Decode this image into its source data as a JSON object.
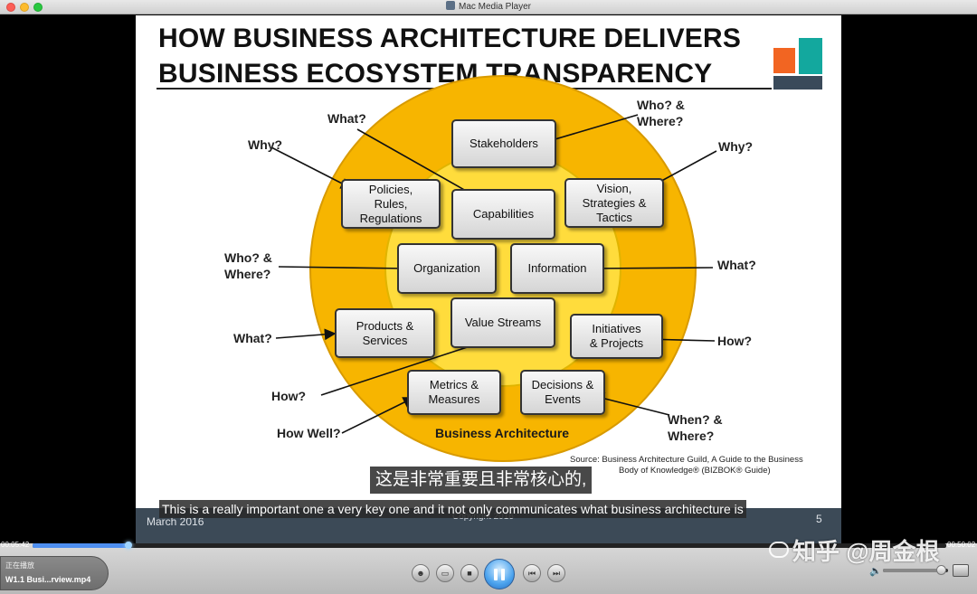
{
  "window": {
    "title": "Mac Media Player"
  },
  "slide": {
    "title_line1": "HOW BUSINESS ARCHITECTURE DELIVERS",
    "title_line2": "BUSINESS ECOSYSTEM TRANSPARENCY",
    "center_label": "Business Architecture",
    "boxes": [
      {
        "id": "stakeholders",
        "label": "Stakeholders"
      },
      {
        "id": "policies",
        "label": "Policies,\nRules,\nRegulations"
      },
      {
        "id": "capabilities",
        "label": "Capabilities"
      },
      {
        "id": "vision",
        "label": "Vision,\nStrategies &\nTactics"
      },
      {
        "id": "organization",
        "label": "Organization"
      },
      {
        "id": "information",
        "label": "Information"
      },
      {
        "id": "products",
        "label": "Products &\nServices"
      },
      {
        "id": "value-streams",
        "label": "Value Streams"
      },
      {
        "id": "initiatives",
        "label": "Initiatives\n& Projects"
      },
      {
        "id": "metrics",
        "label": "Metrics &\nMeasures"
      },
      {
        "id": "decisions",
        "label": "Decisions &\nEvents"
      }
    ],
    "questions": [
      {
        "id": "q-what-top",
        "label": "What?"
      },
      {
        "id": "q-who-top",
        "label": "Who? &\nWhere?"
      },
      {
        "id": "q-why-left",
        "label": "Why?"
      },
      {
        "id": "q-why-right",
        "label": "Why?"
      },
      {
        "id": "q-who-left",
        "label": "Who? &\nWhere?"
      },
      {
        "id": "q-what-right",
        "label": "What?"
      },
      {
        "id": "q-what-left",
        "label": "What?"
      },
      {
        "id": "q-how-right",
        "label": "How?"
      },
      {
        "id": "q-how-left",
        "label": "How?"
      },
      {
        "id": "q-howwell",
        "label": "How Well?"
      },
      {
        "id": "q-when",
        "label": "When? &\nWhere?"
      }
    ],
    "source_line1": "Source: Business Architecture Guild, A Guide to the Business",
    "source_line2": "Body of Knowledge® (BIZBOK® Guide)",
    "footer_date": "March 2016",
    "footer_copyright": "Copyright 2016",
    "footer_page": "5"
  },
  "subtitles": {
    "chinese": "这是非常重要且非常核心的,",
    "english": "This is a really important one a very key one and it not only communicates what business architecture is"
  },
  "player": {
    "elapsed": "00:05:42",
    "total": "00:50:02",
    "progress": 0.105,
    "volume": 0.9,
    "now_playing_label": "正在播放",
    "file_name": "W1.1 Busi...rview.mp4"
  },
  "watermark": "知乎 @周金根",
  "colors": {
    "outer_ring": "#f7b500",
    "inner_circle": "#ffdc3c",
    "footer": "#3c4a57",
    "accent_orange": "#f26522",
    "accent_teal": "#13a89e"
  }
}
